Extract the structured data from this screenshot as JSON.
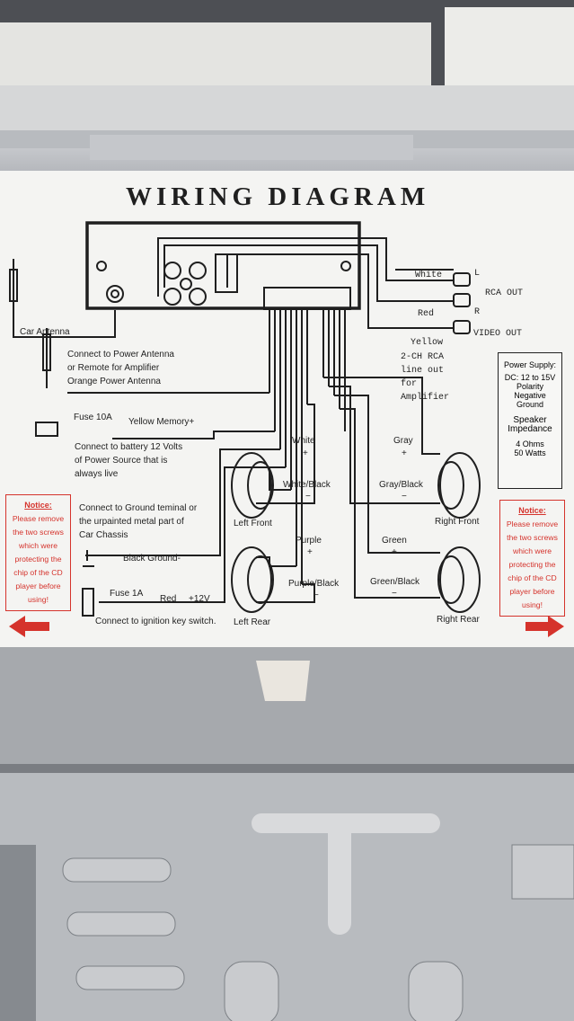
{
  "diagram": {
    "title": "WIRING DIAGRAM",
    "labels": {
      "car_antenna": "Car Antenna",
      "antenna_line1": "Connect to Power Antenna",
      "antenna_line2": "or Remote for Amplifier",
      "antenna_line3": "Orange Power Antenna",
      "fuse10": "Fuse 10A",
      "yellow_memory": "Yellow Memory+",
      "battery_line1": "Connect to battery 12 Volts",
      "battery_line2": "of Power Source that is",
      "battery_line3": "always live",
      "ground_line1": "Connect to Ground teminal or",
      "ground_line2": "the urpainted metal part of",
      "ground_line3": "Car Chassis",
      "black_ground": "Black Ground-",
      "fuse1": "Fuse 1A",
      "red": "Red",
      "plus12": "+12V",
      "ignition": "Connect to ignition key switch.",
      "white": "White",
      "red_rca": "Red",
      "rca_out": "RCA OUT",
      "l": "L",
      "r": "R",
      "yellow": "Yellow",
      "video_out": "VIDEO OUT",
      "two_ch_line1": "2-CH RCA",
      "two_ch_line2": "line out",
      "two_ch_line3": "for",
      "two_ch_line4": "Amplifier",
      "white_plus": "White",
      "white_black": "White/Black",
      "left_front": "Left Front",
      "gray_plus": "Gray",
      "gray_black": "Gray/Black",
      "right_front": "Right Front",
      "purple_plus": "Purple",
      "purple_black": "Purple/Black",
      "left_rear": "Left Rear",
      "green_plus": "Green",
      "green_black": "Green/Black",
      "right_rear": "Right Rear",
      "plus": "+",
      "minus": "−"
    },
    "power_box": {
      "title": "Power Supply:",
      "dc": "DC: 12 to 15V",
      "polarity": "Polarity",
      "negative": "Negative",
      "ground": "Ground",
      "speaker": "Speaker",
      "impedance": "Impedance",
      "ohms": "4 Ohms",
      "watts": "50 Watts"
    },
    "notice_left": {
      "title": "Notice:",
      "body": "Please remove the two screws which were protecting the chip of the CD player before using!"
    },
    "notice_right": {
      "title": "Notice:",
      "body": "Please remove the two screws which were protecting the chip of the CD player before using!"
    }
  },
  "colors": {
    "accent_red": "#d5332c",
    "ink": "#1f1f1f",
    "sheet": "#f4f4f2"
  }
}
